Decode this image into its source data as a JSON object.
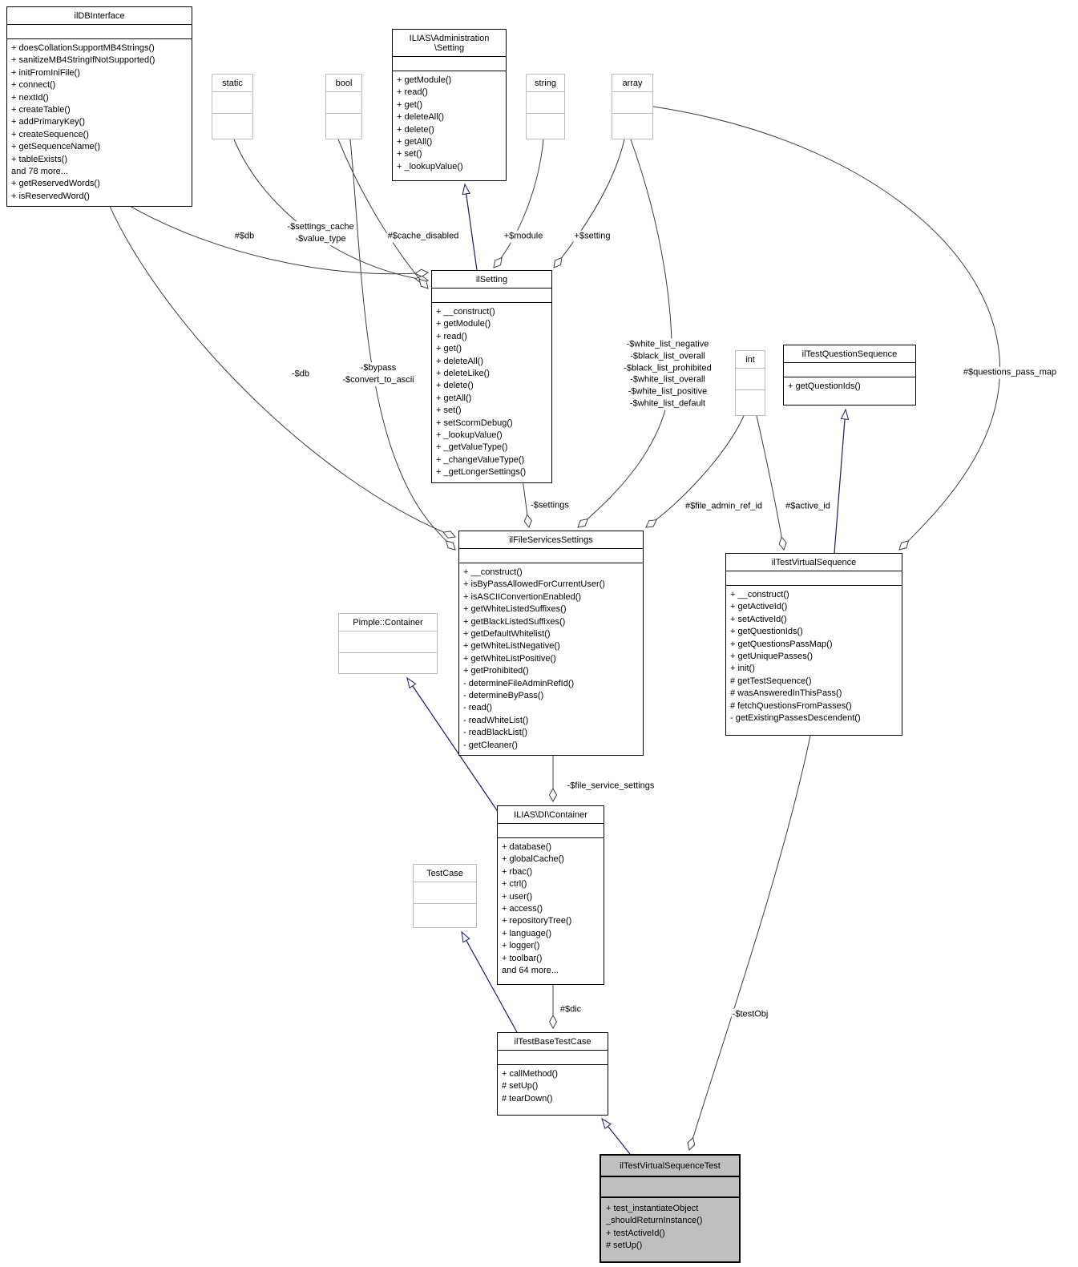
{
  "diagram": {
    "title": "ilTestVirtualSequenceTest collaboration diagram",
    "colors": {
      "usage_edge": "#3d3d3d",
      "inheritance_edge": "#191970",
      "current_node_fill": "#bfbfbf",
      "external_node_border": "#bdbdbd"
    },
    "classes": {
      "dbinterface": {
        "name": "ilDBInterface",
        "methods": [
          "+ doesCollationSupportMB4Strings()",
          "+ sanitizeMB4StringIfNotSupported()",
          "+ initFromIniFile()",
          "+ connect()",
          "+ nextId()",
          "+ createTable()",
          "+ addPrimaryKey()",
          "+ createSequence()",
          "+ getSequenceName()",
          "+ tableExists()",
          "and 78 more...",
          "+ getReservedWords()",
          "+ isReservedWord()"
        ]
      },
      "staticbox": {
        "name": "static"
      },
      "boolbox": {
        "name": "bool"
      },
      "adminsetting": {
        "name": "ILIAS\\Administration\n\\Setting",
        "methods": [
          "+ getModule()",
          "+ read()",
          "+ get()",
          "+ deleteAll()",
          "+ delete()",
          "+ getAll()",
          "+ set()",
          "+ _lookupValue()"
        ]
      },
      "stringbox": {
        "name": "string"
      },
      "arraybox": {
        "name": "array"
      },
      "ilsetting": {
        "name": "ilSetting",
        "methods": [
          "+ __construct()",
          "+ getModule()",
          "+ read()",
          "+ get()",
          "+ deleteAll()",
          "+ deleteLike()",
          "+ delete()",
          "+ getAll()",
          "+ set()",
          "+ setScormDebug()",
          "+ _lookupValue()",
          "+ _getValueType()",
          "+ _changeValueType()",
          "+ _getLongerSettings()"
        ]
      },
      "intbox": {
        "name": "int"
      },
      "questionsequence": {
        "name": "ilTestQuestionSequence",
        "methods": [
          "+ getQuestionIds()"
        ]
      },
      "fileservices": {
        "name": "ilFileServicesSettings",
        "methods": [
          "+ __construct()",
          "+ isByPassAllowedForCurrentUser()",
          "+ isASCIIConvertionEnabled()",
          "+ getWhiteListedSuffixes()",
          "+ getBlackListedSuffixes()",
          "+ getDefaultWhitelist()",
          "+ getWhiteListNegative()",
          "+ getWhiteListPositive()",
          "+ getProhibited()",
          "- determineFileAdminRefId()",
          "- determineByPass()",
          "- read()",
          "- readWhiteList()",
          "- readBlackList()",
          "- getCleaner()"
        ]
      },
      "virtualsequence": {
        "name": "ilTestVirtualSequence",
        "methods": [
          "+ __construct()",
          "+ getActiveId()",
          "+ setActiveId()",
          "+ getQuestionIds()",
          "+ getQuestionsPassMap()",
          "+ getUniquePasses()",
          "+ init()",
          "# getTestSequence()",
          "# wasAnsweredInThisPass()",
          "# fetchQuestionsFromPasses()",
          "- getExistingPassesDescendent()"
        ]
      },
      "pimple": {
        "name": "Pimple::Container"
      },
      "dicontainer": {
        "name": "ILIAS\\DI\\Container",
        "methods": [
          "+ database()",
          "+ globalCache()",
          "+ rbac()",
          "+ ctrl()",
          "+ user()",
          "+ access()",
          "+ repositoryTree()",
          "+ language()",
          "+ logger()",
          "+ toolbar()",
          "and 64 more..."
        ]
      },
      "testcase": {
        "name": "TestCase"
      },
      "basetestcase": {
        "name": "ilTestBaseTestCase",
        "methods": [
          "+ callMethod()",
          "# setUp()",
          "# tearDown()"
        ]
      },
      "sequencetest": {
        "name": "ilTestVirtualSequenceTest",
        "methods": [
          "+ test_instantiateObject",
          "_shouldReturnInstance()",
          "+ testActiveId()",
          "# setUp()"
        ]
      }
    },
    "edge_labels": {
      "db": "#$db",
      "settings_cache": "-$settings_cache\n-$value_type",
      "cache_disabled": "#$cache_disabled",
      "module": "+$module",
      "setting": "+$setting",
      "db2": "-$db",
      "bypass": "-$bypass\n-$convert_to_ascii",
      "settings": "-$settings",
      "whitelists": "-$white_list_negative\n-$black_list_overall\n-$black_list_prohibited\n-$white_list_overall\n-$white_list_positive\n-$white_list_default",
      "questions_pass_map": "#$questions_pass_map",
      "file_admin_ref_id": "#$file_admin_ref_id",
      "active_id": "#$active_id",
      "file_service_settings": "-$file_service_settings",
      "dic": "#$dic",
      "testObj": "-$testObj"
    }
  }
}
